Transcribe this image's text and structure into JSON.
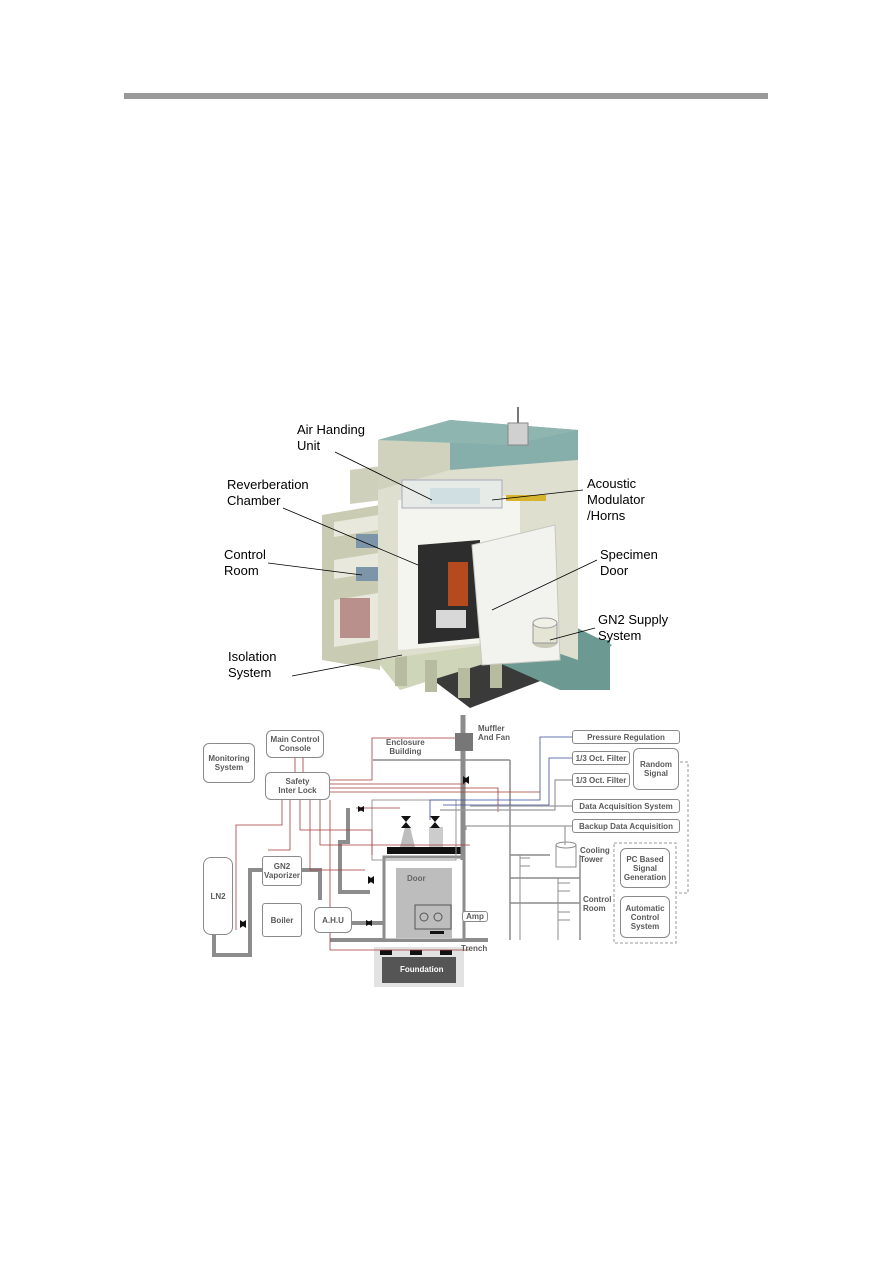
{
  "iso_labels": {
    "air_handing_unit": [
      "Air Handing",
      "Unit"
    ],
    "reverberation_chamber": [
      "Reverberation",
      "Chamber"
    ],
    "control_room": [
      "Control",
      "Room"
    ],
    "isolation_system": [
      "Isolation",
      "System"
    ],
    "acoustic_modulator": [
      "Acoustic",
      "Modulator",
      "/Horns"
    ],
    "specimen_door": [
      "Specimen",
      "Door"
    ],
    "gn2_supply": [
      "GN2 Supply",
      "System"
    ]
  },
  "schematic": {
    "monitoring_system": [
      "Monitoring",
      "System"
    ],
    "main_control_console": [
      "Main Control",
      "Console"
    ],
    "safety_interlock": [
      "Safety",
      "Inter Lock"
    ],
    "enclosure_building": [
      "Enclosure",
      "Building"
    ],
    "muffler_fan": [
      "Muffler",
      "And Fan"
    ],
    "pressure_regulation": "Pressure Regulation",
    "oct_filter_1": "1/3 Oct. Filter",
    "oct_filter_2": "1/3 Oct. Filter",
    "random_signal": [
      "Random",
      "Signal"
    ],
    "data_acquisition": "Data Acquisition System",
    "backup_data": "Backup Data Acquisition",
    "cooling_tower": [
      "Cooling",
      "Tower"
    ],
    "pc_based": [
      "PC Based",
      "Signal",
      "Generation"
    ],
    "control_room": [
      "Control",
      "Room"
    ],
    "automatic_control": [
      "Automatic",
      "Control",
      "System"
    ],
    "ln2": "LN2",
    "gn2_vaporizer": [
      "GN2",
      "Vaporizer"
    ],
    "boiler": "Boiler",
    "ahu": "A.H.U",
    "door": "Door",
    "amp": "Amp",
    "trench": "Trench",
    "foundation": "Foundation"
  },
  "colors": {
    "rule": "#999999",
    "pipe": "#8c8c8c",
    "signal_red": "#a33a3a",
    "signal_blue": "#3a4a9a",
    "floor_teal": "#6c9a92"
  }
}
